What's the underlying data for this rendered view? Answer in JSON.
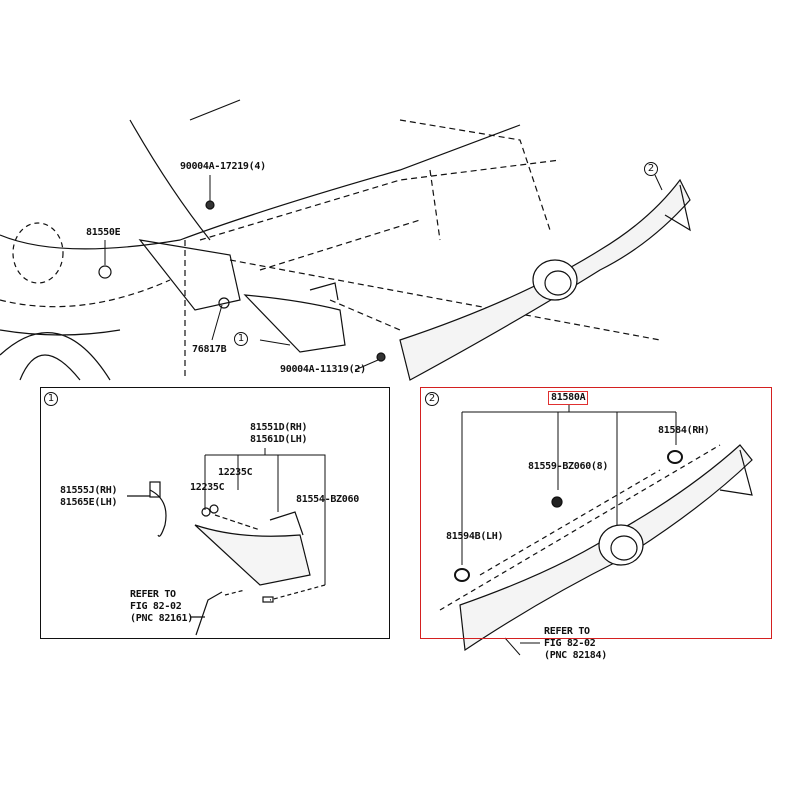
{
  "overview": {
    "callout_1": "1",
    "callout_2": "2",
    "labels": {
      "bolt_top": "90004A-17219(4)",
      "nut": "81550E",
      "clip": "76817B",
      "screw": "90004A-11319(2)"
    }
  },
  "panel_1": {
    "callout": "1",
    "lamp_rh": "81551D(RH)",
    "lamp_lh": "81561D(LH)",
    "gasket_a": "12235C",
    "gasket_b": "12235C",
    "socket_rh": "81555J(RH)",
    "socket_lh": "81565E(LH)",
    "cushion": "81554-BZ060",
    "refer_line1": "REFER TO",
    "refer_line2": "FIG 82-02",
    "refer_line3": "(PNC 82161)"
  },
  "panel_2": {
    "callout": "2",
    "assembly": "81580A",
    "gasket_rh": "81584(RH)",
    "nut": "81559-BZ060(8)",
    "gasket_lh": "81594B(LH)",
    "refer_line1": "REFER TO",
    "refer_line2": "FIG 82-02",
    "refer_line3": "(PNC 82184)"
  },
  "colors": {
    "highlight": "#d42020",
    "line": "#111111"
  }
}
